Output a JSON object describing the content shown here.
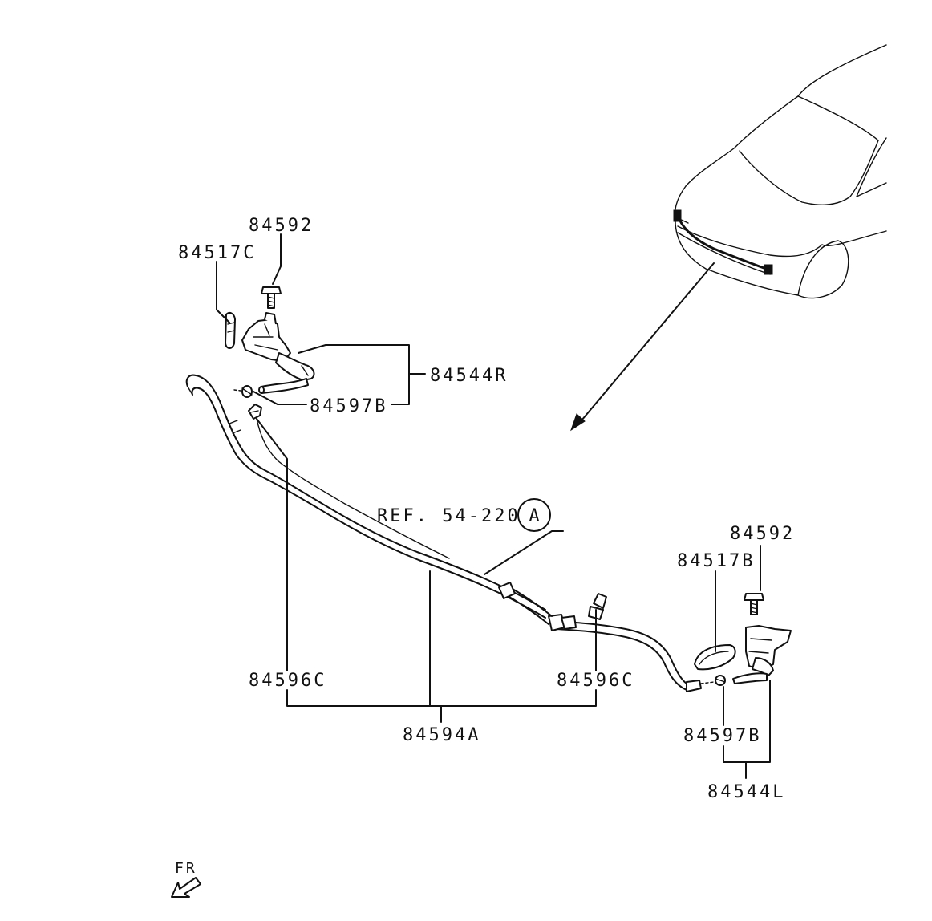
{
  "labels": {
    "bolt_right": "84592",
    "cap_right": "84517C",
    "nozzle_assy_right": "84544R",
    "valve_right": "84597B",
    "hose_joint_left": "84596C",
    "hose_joint_right": "84596C",
    "hose_assy": "84594A",
    "ref": "REF. 54-220",
    "ref_circle": "A",
    "bolt_left": "84592",
    "cap_left": "84517B",
    "valve_left": "84597B",
    "nozzle_assy_left": "84544L",
    "front": "FR"
  }
}
